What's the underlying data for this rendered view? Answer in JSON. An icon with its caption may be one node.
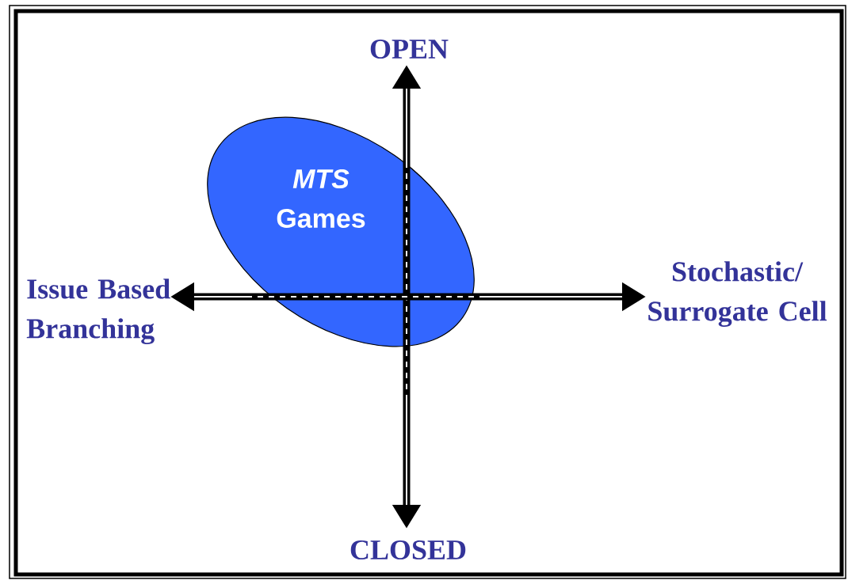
{
  "diagram": {
    "nodes": [
      {
        "text": [
          "MTS",
          "Games"
        ]
      }
    ],
    "edges": [],
    "labels": [
      "OPEN",
      "Issue Based Branching",
      "Stochastic/ Surrogate Cell",
      "CLOSED"
    ]
  }
}
